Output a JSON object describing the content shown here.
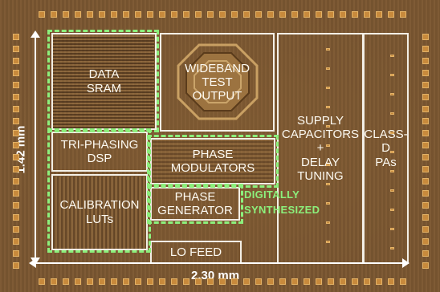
{
  "blocks": {
    "data_sram": "DATA\nSRAM",
    "wideband": "WIDEBAND\nTEST\nOUTPUT",
    "supply": "SUPPLY\nCAPACITORS\n+\nDELAY\nTUNING",
    "classd": "CLASS-D\nPAs",
    "triphasing": "TRI-PHASING\nDSP",
    "phase_mod": "PHASE\nMODULATORS",
    "phase_gen": "PHASE\nGENERATOR",
    "calibration": "CALIBRATION\nLUTs",
    "lo_feed": "LO FEED"
  },
  "legend": {
    "digitally_synthesized": "DIGITALLY\nSYNTHESIZED"
  },
  "dimensions": {
    "width": "2.30 mm",
    "height": "1.42 mm"
  },
  "colors": {
    "block_outline": "#f3efe6",
    "digital_outline": "#8cf07c",
    "die": "#7a5631",
    "pad": "#c88a3c"
  }
}
